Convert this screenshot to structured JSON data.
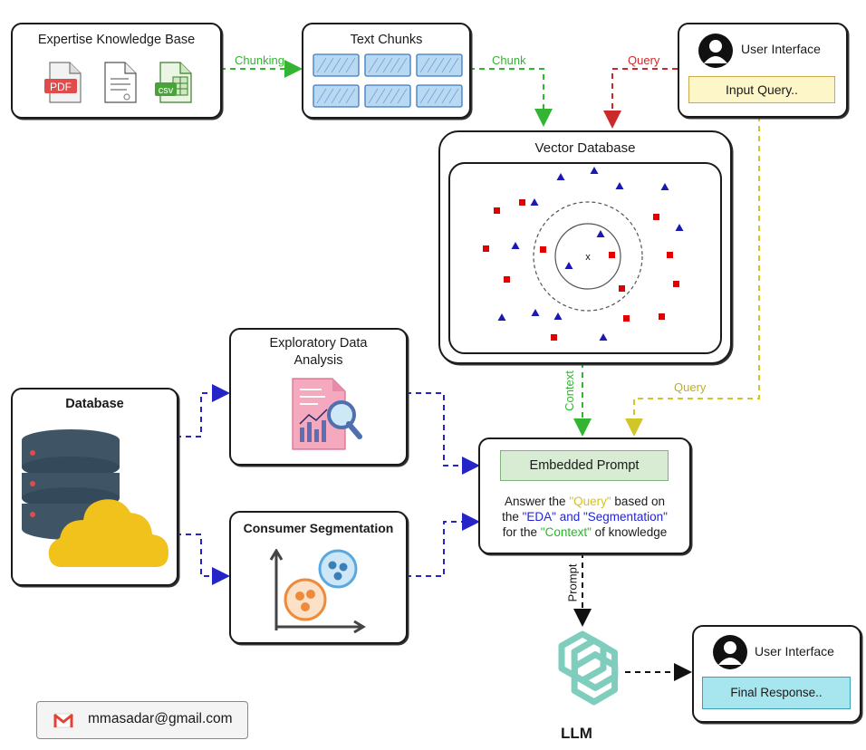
{
  "knowledge_base": {
    "title": "Expertise Knowledge Base",
    "pdf": "PDF",
    "csv": "csv"
  },
  "text_chunks": {
    "title": "Text Chunks"
  },
  "user_interface_top": {
    "title": "User Interface",
    "input": "Input Query.."
  },
  "vector_db": {
    "title": "Vector Database",
    "query_marker": "x"
  },
  "edges": {
    "chunking": "Chunking",
    "chunk": "Chunk",
    "query_top": "Query",
    "context": "Context",
    "query_side": "Query",
    "prompt": "Prompt"
  },
  "eda": {
    "title_line1": "Exploratory Data",
    "title_line2": "Analysis"
  },
  "database": {
    "title": "Database"
  },
  "segmentation": {
    "title": "Consumer Segmentation"
  },
  "embedded_prompt": {
    "title": "Embedded Prompt",
    "l1_a": "Answer the ",
    "l1_q": "\"Query\"",
    "l1_b": " based on",
    "l2_a": "the ",
    "l2_eda": "\"EDA\" and \"Segmentation\"",
    "l3_a": "for the ",
    "l3_ctx": "\"Context\"",
    "l3_b": " of knowledge"
  },
  "llm": {
    "label": "LLM"
  },
  "user_interface_bottom": {
    "title": "User Interface",
    "response": "Final Response.."
  },
  "footer": {
    "email": "mmasadar@gmail.com"
  },
  "colors": {
    "green_arrow": "#33b533",
    "red_arrow": "#cc2a2a",
    "yellow_arrow": "#d2c52a",
    "blue_arrow": "#2424c8",
    "black_arrow": "#111111",
    "openai_teal": "#7fcdbd",
    "cloud_yellow": "#f1c21b",
    "server_dark": "#3f5566",
    "red_point": "#e00000",
    "blue_point": "#1a1ab0"
  }
}
